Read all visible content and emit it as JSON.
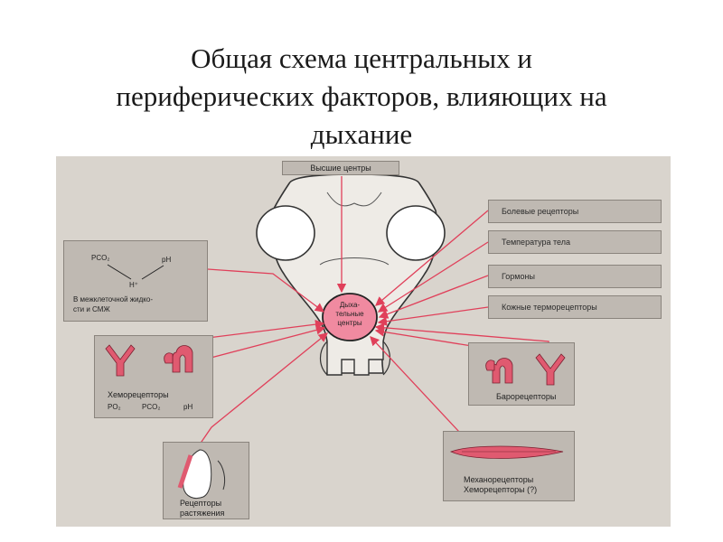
{
  "title": {
    "line1": "Общая схема центральных и",
    "line2": "периферических факторов, влияющих на",
    "line3": "дыхание"
  },
  "diagram": {
    "top_label": "Высшие центры",
    "center_label": {
      "line1": "Дыха-",
      "line2": "тельные",
      "line3": "центры"
    },
    "right_boxes": [
      "Болевые рецепторы",
      "Температура тела",
      "Гормоны",
      "Кожные терморецепторы"
    ],
    "interstitial_box": {
      "p_co2": "PCO₂",
      "ph": "pH",
      "h_plus": "H⁺",
      "label_line1": "В межклеточной жидко-",
      "label_line2": "сти и СМЖ"
    },
    "chemoreceptors_box": {
      "label": "Хеморецепторы",
      "po2": "PO₂",
      "pco2": "PCO₂",
      "ph": "pH"
    },
    "stretch_box": {
      "line1": "Рецепторы",
      "line2": "растяжения"
    },
    "baroreceptors_box": {
      "label": "Барорецепторы"
    },
    "mechano_box": {
      "line1": "Механорецепторы",
      "line2": "Хеморецепторы (?)"
    }
  },
  "colors": {
    "arrow": "#e0405a",
    "center_fill": "#f08aa0",
    "vessel": "#e05a70",
    "box_fill": "#bfb9b2",
    "background": "#d9d4cd"
  }
}
